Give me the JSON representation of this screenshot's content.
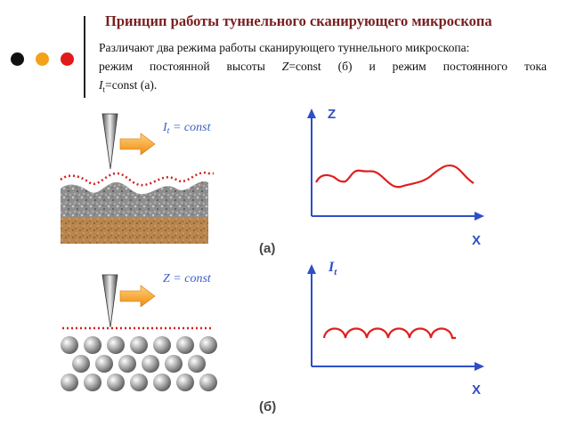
{
  "slide": {
    "title": "Принцип работы туннельного сканирующего микроскопа",
    "para_line1": "Различают два режима работы сканирующего туннельного микроскопа:",
    "para_line2_a": "режим постоянной высоты ",
    "para_line2_var": "Z",
    "para_line2_b": "=const (б) и режим постоянного тока",
    "para_line3_var": "I",
    "para_line3_sub": "t",
    "para_line3_b": "=const (а)."
  },
  "decor_colors": {
    "dot1": "#111111",
    "dot2": "#f4a11c",
    "dot3": "#e11a1a"
  },
  "figure_a": {
    "condition_var": "I",
    "condition_sub": "t",
    "condition_rest": " = const",
    "caption": "(a)",
    "axis_y": "Z",
    "axis_x": "X"
  },
  "figure_b": {
    "condition": "Z = const",
    "caption": "(б)",
    "axis_y_var": "I",
    "axis_y_sub": "t",
    "axis_x": "X"
  }
}
